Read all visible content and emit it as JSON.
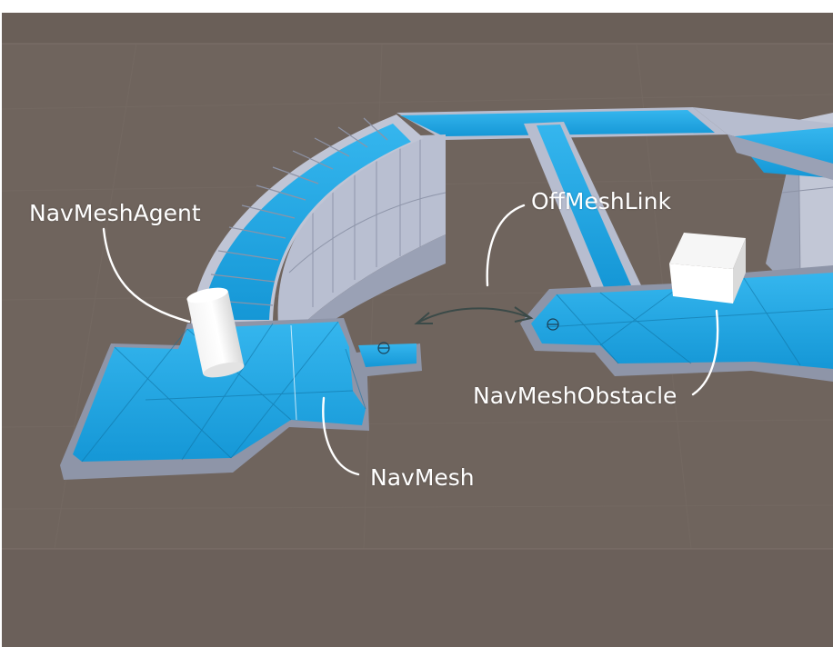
{
  "labels": {
    "agent": "NavMeshAgent",
    "link": "OffMeshLink",
    "obstacle": "NavMeshObstacle",
    "mesh": "NavMesh"
  },
  "colors": {
    "ground": "#6f645d",
    "ground_band": "#645a53",
    "navmesh": "#1fa3e0",
    "navmesh_dark": "#138fcc",
    "wall": "#b7bdcf",
    "wall_shade": "#9aa1b5",
    "label": "#ffffff"
  }
}
